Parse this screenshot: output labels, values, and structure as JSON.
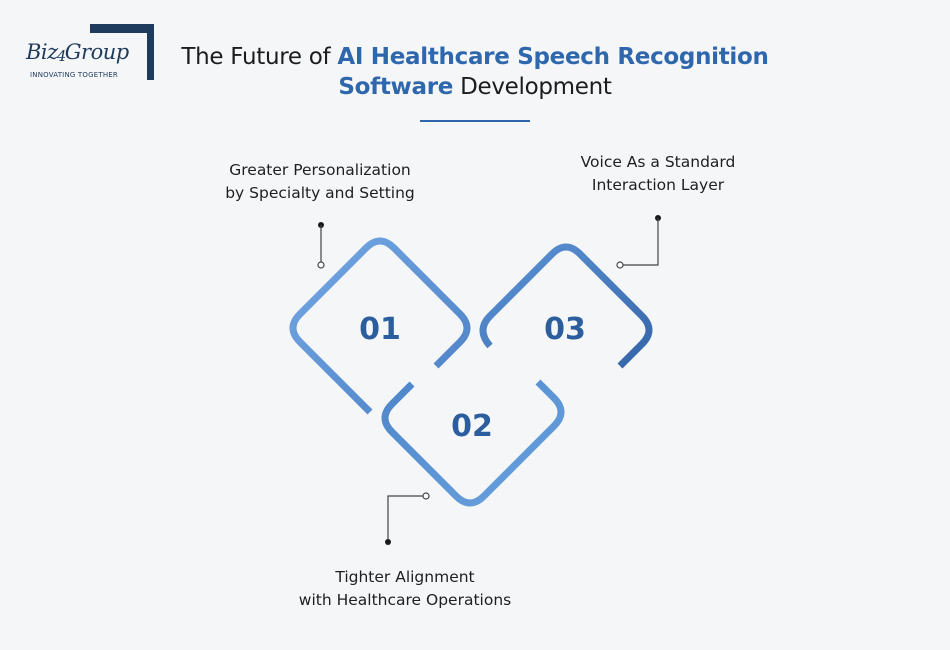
{
  "header": {
    "title_line1_prefix": "The Future of ",
    "title_line1_highlight": "AI Healthcare Speech Recognition",
    "title_line2_highlight": "Software",
    "title_line2_suffix": " Development"
  },
  "logo": {
    "word_prefix": "Biz",
    "word_number": "4",
    "word_suffix": "Group",
    "tagline": "INNOVATING TOGETHER"
  },
  "steps": [
    {
      "number": "01",
      "lines": [
        "Greater Personalization",
        "by Specialty and Setting"
      ]
    },
    {
      "number": "02",
      "lines": [
        "Tighter Alignment",
        "with Healthcare Operations"
      ]
    },
    {
      "number": "03",
      "lines": [
        "Voice As a Standard",
        "Interaction Layer"
      ]
    }
  ],
  "colors": {
    "accent": "#2f67ad",
    "dark_navy": "#1e3a5c",
    "shape_light": "#6a9fdc",
    "shape_dark": "#3b6eb3"
  }
}
